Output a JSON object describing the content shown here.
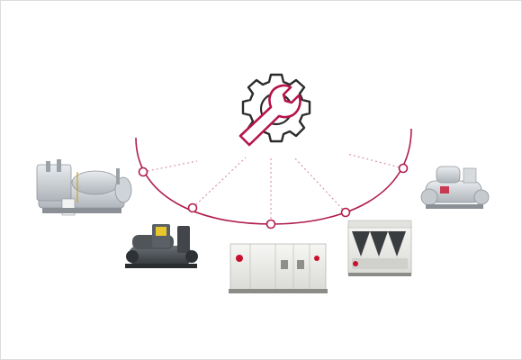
{
  "hub": {
    "icon": "gear-wrench-icon",
    "color": "#b5134d"
  },
  "arc": {
    "color": "#b01e4b",
    "node_count": 5
  },
  "equipment": [
    {
      "name": "absorption-chiller",
      "icon": "absorption-chiller-icon"
    },
    {
      "name": "screw-chiller",
      "icon": "screw-chiller-icon"
    },
    {
      "name": "air-handling-unit",
      "icon": "air-handling-unit-icon"
    },
    {
      "name": "air-cooled-chiller",
      "icon": "air-cooled-chiller-icon"
    },
    {
      "name": "centrifugal-chiller",
      "icon": "centrifugal-chiller-icon"
    }
  ]
}
